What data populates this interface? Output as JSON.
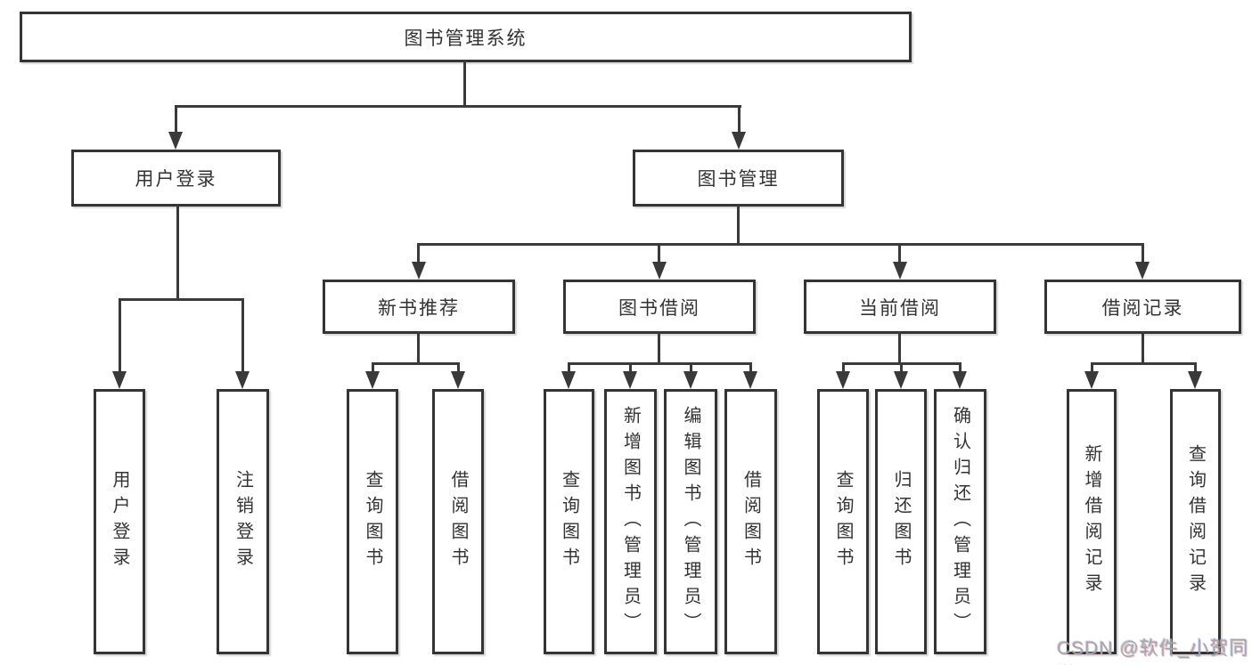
{
  "diagram": {
    "root": {
      "label": "图书管理系统",
      "children": [
        {
          "label": "用户登录",
          "children": [
            {
              "label": "用户登录"
            },
            {
              "label": "注销登录"
            }
          ]
        },
        {
          "label": "图书管理",
          "children": [
            {
              "label": "新书推荐",
              "children": [
                {
                  "label": "查询图书"
                },
                {
                  "label": "借阅图书"
                }
              ]
            },
            {
              "label": "图书借阅",
              "children": [
                {
                  "label": "查询图书"
                },
                {
                  "label": "新增图书（管理员）"
                },
                {
                  "label": "编辑图书（管理员）"
                },
                {
                  "label": "借阅图书"
                }
              ]
            },
            {
              "label": "当前借阅",
              "children": [
                {
                  "label": "查询图书"
                },
                {
                  "label": "归还图书"
                },
                {
                  "label": "确认归还（管理员）"
                }
              ]
            },
            {
              "label": "借阅记录",
              "children": [
                {
                  "label": "新增借阅记录"
                },
                {
                  "label": "查询借阅记录"
                }
              ]
            }
          ]
        }
      ]
    }
  },
  "watermark": {
    "text": "CSDN @软件_小贺同学"
  },
  "colors": {
    "line": "#3a3a3a",
    "text": "#333333",
    "background": "#ffffff",
    "watermark": "#a6a6a6"
  }
}
